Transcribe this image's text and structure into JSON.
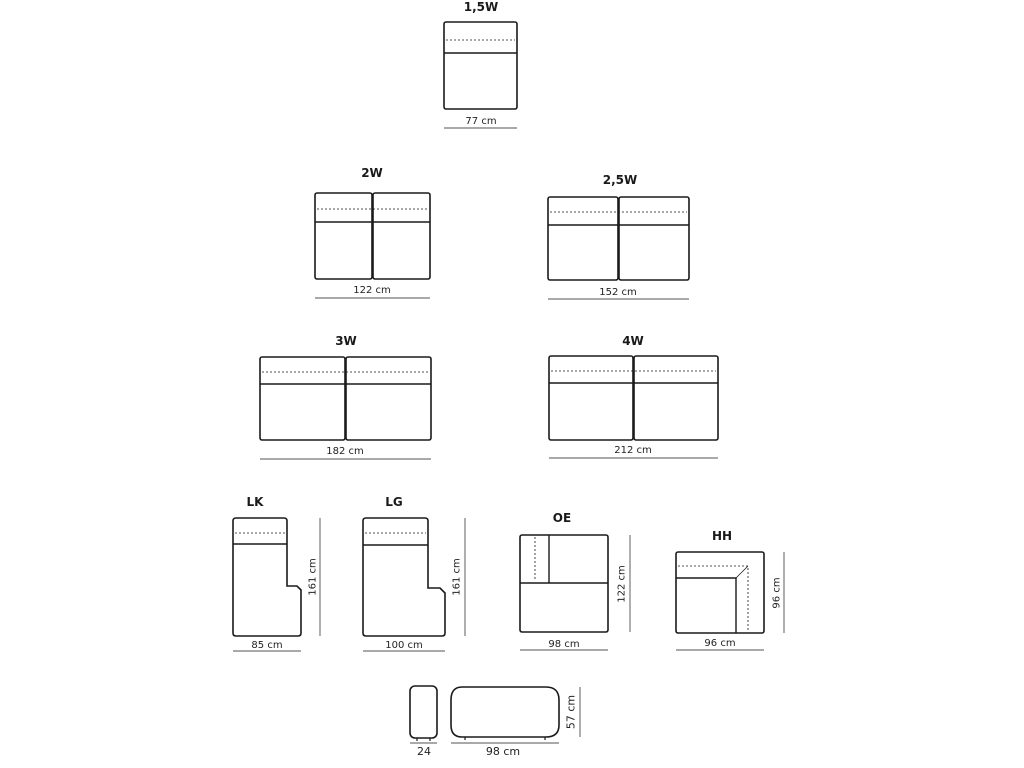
{
  "modules": [
    {
      "id": "m15",
      "name": "1,5W",
      "dims": [
        "77 cm"
      ]
    },
    {
      "id": "m2",
      "name": "2W",
      "dims": [
        "122 cm"
      ]
    },
    {
      "id": "m25",
      "name": "2,5W",
      "dims": [
        "152 cm"
      ]
    },
    {
      "id": "m3",
      "name": "3W",
      "dims": [
        "182 cm"
      ]
    },
    {
      "id": "m4",
      "name": "4W",
      "dims": [
        "212 cm"
      ]
    },
    {
      "id": "lk",
      "name": "LK",
      "dims": [
        "85 cm",
        "161 cm"
      ]
    },
    {
      "id": "lg",
      "name": "LG",
      "dims": [
        "100 cm",
        "161 cm"
      ]
    },
    {
      "id": "oe",
      "name": "OE",
      "dims": [
        "98 cm",
        "122 cm"
      ]
    },
    {
      "id": "hh",
      "name": "HH",
      "dims": [
        "96 cm",
        "96 cm"
      ]
    },
    {
      "id": "side",
      "name": "",
      "dims": [
        "24"
      ]
    },
    {
      "id": "pouf",
      "name": "",
      "dims": [
        "98 cm",
        "57 cm"
      ]
    }
  ]
}
